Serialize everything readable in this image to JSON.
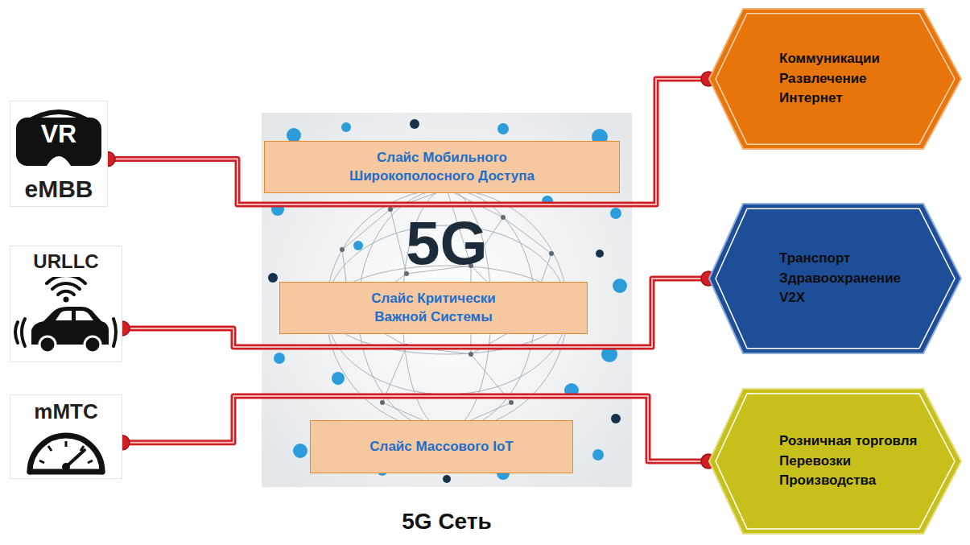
{
  "diagram": {
    "nodes": [
      {
        "text": [
          "VR",
          "eMBB"
        ]
      },
      {
        "text": [
          "URLLC"
        ]
      },
      {
        "text": [
          "mMTC"
        ]
      },
      {
        "text": [
          "5G",
          "5G Сеть"
        ]
      },
      {
        "text": [
          "Слайс Мобильного Широкополосного Доступа"
        ],
        "in": 3
      },
      {
        "text": [
          "Слайс Критически Важной Системы"
        ],
        "in": 3
      },
      {
        "text": [
          "Слайс Массового IoT"
        ],
        "in": 3
      },
      {
        "text": [
          "Коммуникации",
          "Развлечение",
          "Интернет"
        ]
      },
      {
        "text": [
          "Транспорт",
          "Здравоохранение",
          "V2X"
        ]
      },
      {
        "text": [
          "Розничная торговля",
          "Перевозки",
          "Производства"
        ]
      }
    ],
    "edges": [
      {
        "from": 0,
        "to": 7,
        "arrow": "none"
      },
      {
        "from": 1,
        "to": 8,
        "arrow": "none"
      },
      {
        "from": 2,
        "to": 9,
        "arrow": "none"
      }
    ]
  }
}
